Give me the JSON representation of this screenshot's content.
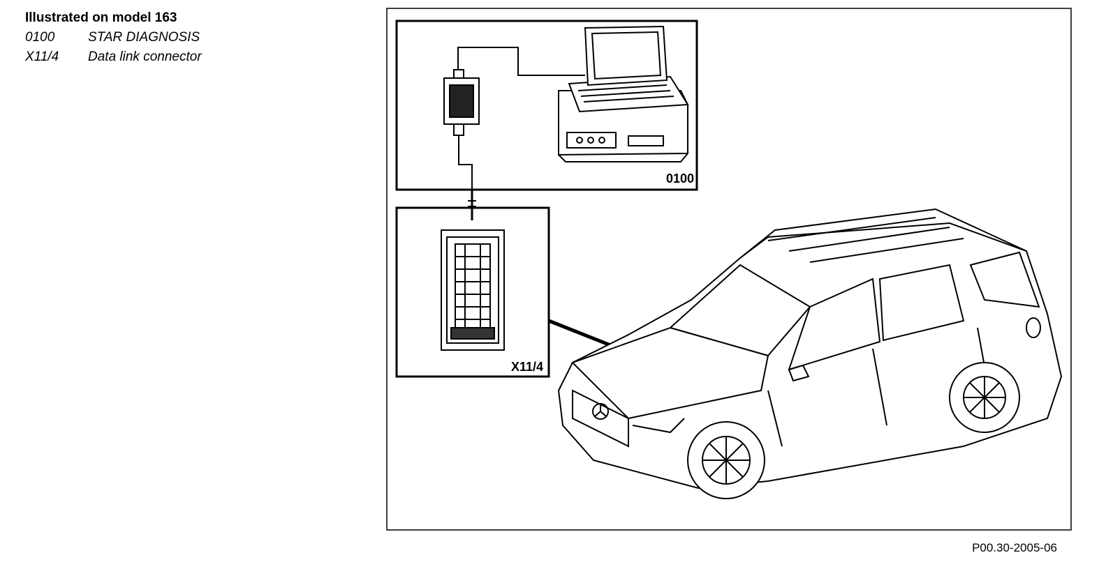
{
  "legend": {
    "title": "Illustrated on model 163",
    "items": [
      {
        "code": "0100",
        "label": "STAR DIAGNOSIS"
      },
      {
        "code": "X11/4",
        "label": "Data link connector"
      }
    ]
  },
  "callouts": {
    "diagnosis_box": "0100",
    "connector_box": "X11/4"
  },
  "figure_code": "P00.30-2005-06",
  "icons": [
    "laptop-icon",
    "multiplexer-icon",
    "connector-icon",
    "vehicle-illustration"
  ]
}
